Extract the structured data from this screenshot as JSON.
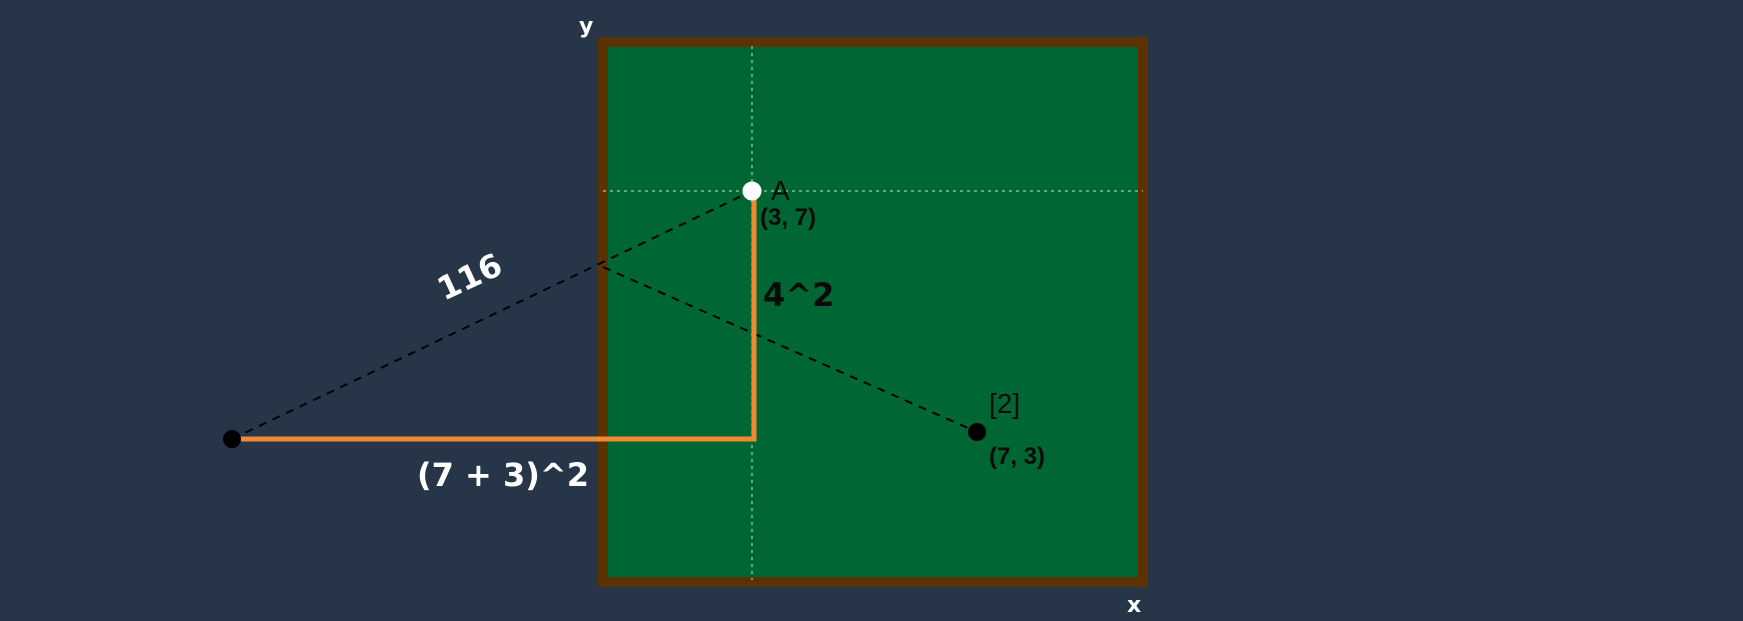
{
  "axes": {
    "x_label": "x",
    "y_label": "y"
  },
  "points": {
    "a": {
      "label": "A",
      "coords": "(3, 7)"
    },
    "b": {
      "label": "[2]",
      "coords": "(7, 3)"
    }
  },
  "segments": {
    "hypotenuse": "116",
    "vertical": "4^2",
    "horizontal": "(7 + 3)^2"
  },
  "colors": {
    "background": "#263648",
    "board_fill": "#006633",
    "board_border": "#5c3300",
    "guide": "#7fbf8f",
    "leg": "#f08a30",
    "dashed": "#000000",
    "point_a_fill": "#ffffff",
    "point_dark_fill": "#000000",
    "label_dark": "#0a0a0a",
    "label_light": "#ffffff"
  }
}
